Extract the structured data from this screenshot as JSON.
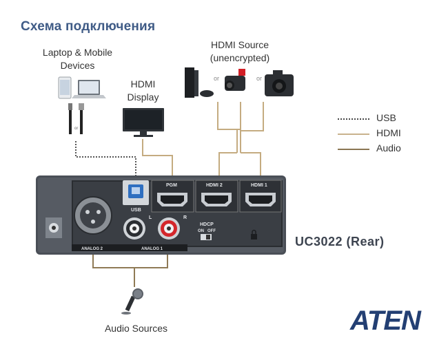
{
  "title": "Схема подключения",
  "labels": {
    "laptop_mobile": [
      "Laptop & Mobile",
      "Devices"
    ],
    "hdmi_display": [
      "HDMI",
      "Display"
    ],
    "hdmi_source": [
      "HDMI Source",
      "(unencrypted)"
    ],
    "audio_sources": "Audio Sources",
    "device_name": "UC3022 (Rear)",
    "or": "or"
  },
  "legend": {
    "usb": "USB",
    "hdmi": "HDMI",
    "audio": "Audio"
  },
  "ports": {
    "pgm": "PGM",
    "hdmi2": "HDMI 2",
    "hdmi1": "HDMI 1",
    "usb": "USB",
    "hdcp": "HDCP",
    "on": "ON",
    "off": "OFF",
    "analog2": "ANALOG 2",
    "analog1": "ANALOG 1",
    "left": "L",
    "right": "R"
  },
  "brand": "ATEN",
  "colors": {
    "title": "#3f5b86",
    "cable": "#b59a6e",
    "usb_blue": "#2f6fc0",
    "red_jack": "#d4262b",
    "panel": "#4a4f57",
    "brand": "#233f73"
  }
}
